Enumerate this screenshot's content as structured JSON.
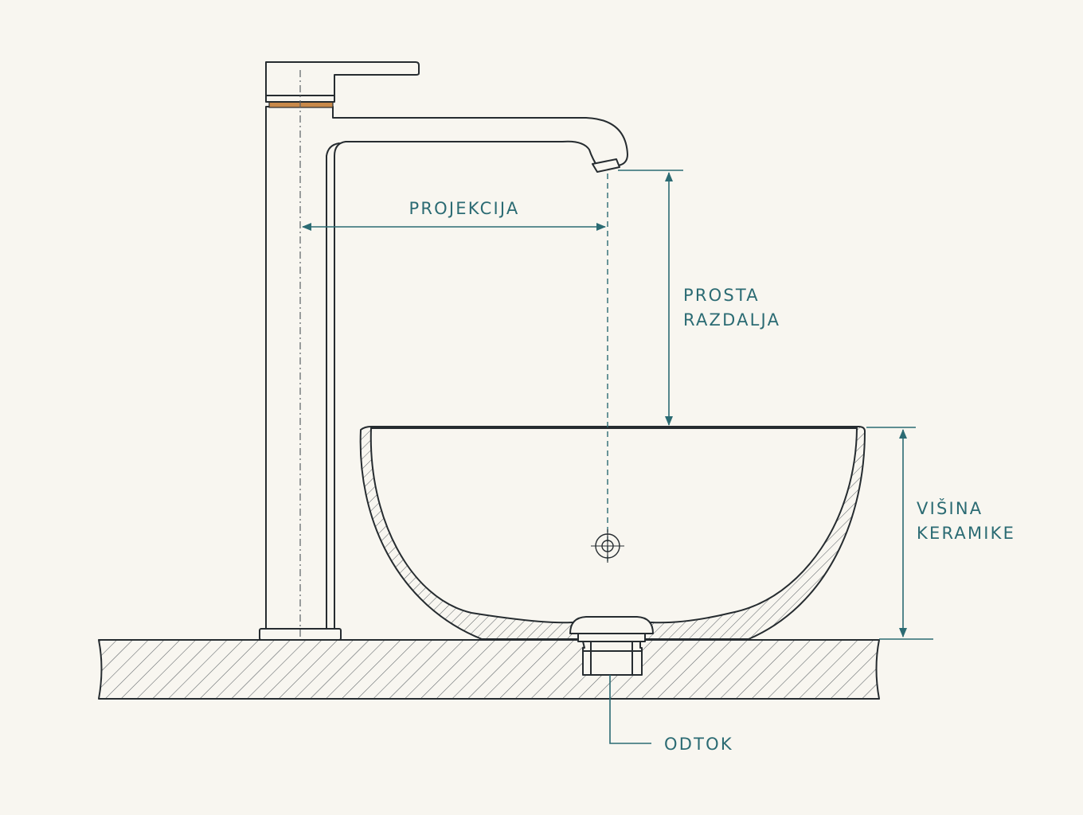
{
  "diagram": {
    "labels": {
      "projection": "PROJEKCIJA",
      "clear_distance_line1": "PROSTA",
      "clear_distance_line2": "RAZDALJA",
      "ceramic_height_line1": "VIŠINA",
      "ceramic_height_line2": "KERAMIKE",
      "drain": "ODTOK"
    },
    "colors": {
      "background": "#f8f6f0",
      "line": "#262c30",
      "dimension": "#2b6b73",
      "accent_ring": "#c8894a"
    }
  }
}
